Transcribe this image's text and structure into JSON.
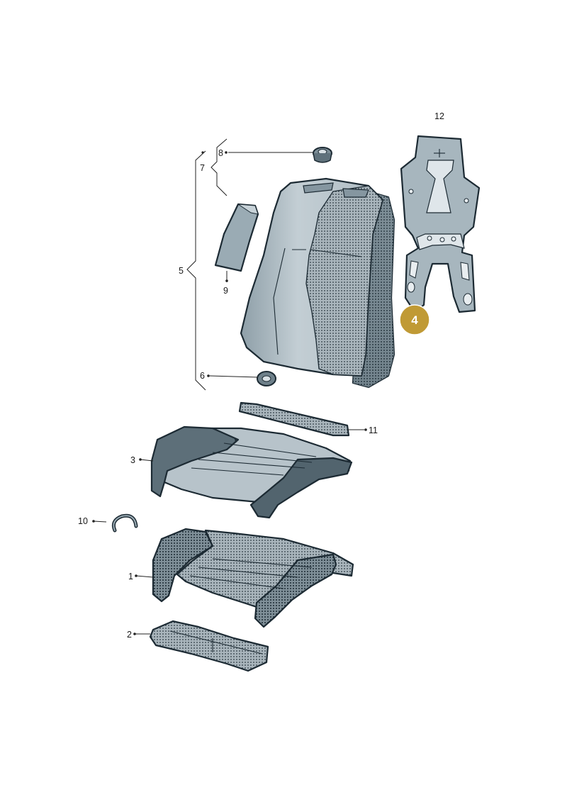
{
  "callouts": [
    {
      "id": "label-1",
      "text": "1"
    },
    {
      "id": "label-2",
      "text": "2"
    },
    {
      "id": "label-3",
      "text": "3"
    },
    {
      "id": "label-5",
      "text": "5"
    },
    {
      "id": "label-6",
      "text": "6"
    },
    {
      "id": "label-7",
      "text": "7"
    },
    {
      "id": "label-8",
      "text": "8"
    },
    {
      "id": "label-9",
      "text": "9"
    },
    {
      "id": "label-10",
      "text": "10"
    },
    {
      "id": "label-11",
      "text": "11"
    },
    {
      "id": "label-12",
      "text": "12"
    }
  ],
  "highlight_badge": {
    "text": "4",
    "color": "#c09a35"
  },
  "colors": {
    "outline": "#1c2a33",
    "light_fabric": "#b5c2c9",
    "mid_fabric": "#8a9aa3",
    "dark_fabric": "#5f717b",
    "dotted_dots": "#2d3a42"
  }
}
